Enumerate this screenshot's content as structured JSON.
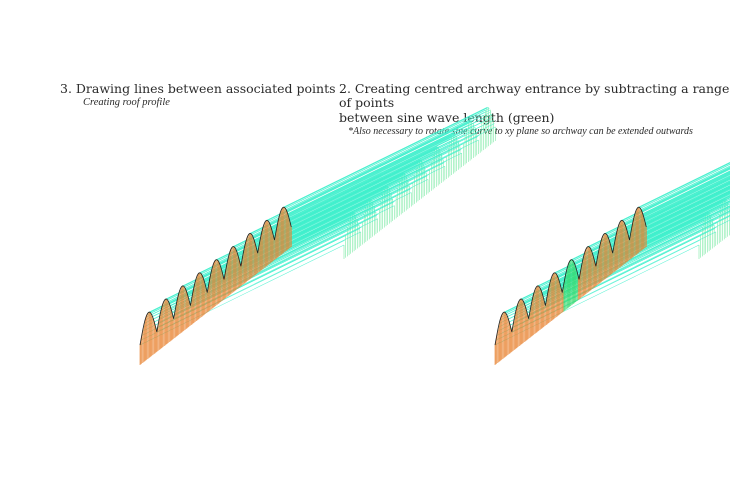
{
  "left_panel": {
    "title": "3. Drawing lines between associated points",
    "subtitle": "Creating roof profile"
  },
  "right_panel": {
    "title_line1": "2. Creating centred archway entrance by subtracting a range of points",
    "title_line2": "between sine wave length (green)",
    "note": "*Also necessary to rotate sine curve to xy plane so archway can be extended outwards"
  },
  "colors": {
    "roof_lines": "#3ff0cc",
    "front_arch": "#e8812e",
    "back_wave": "#3fe07a",
    "edge_curve": "#222222",
    "archway_points": "#35d86a"
  }
}
